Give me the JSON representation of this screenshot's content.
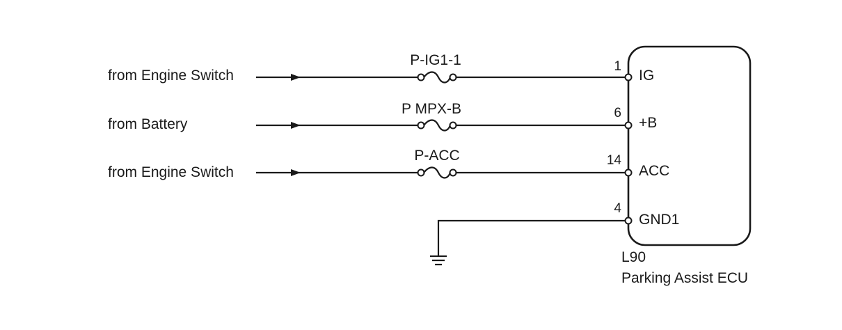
{
  "circuits": [
    {
      "source": "from Engine Switch",
      "fuse": "P-IG1-1",
      "pin_number": "1",
      "pin_name": "IG"
    },
    {
      "source": "from Battery",
      "fuse": "P MPX-B",
      "pin_number": "6",
      "pin_name": "+B"
    },
    {
      "source": "from Engine Switch",
      "fuse": "P-ACC",
      "pin_number": "14",
      "pin_name": "ACC"
    }
  ],
  "ground": {
    "pin_number": "4",
    "pin_name": "GND1"
  },
  "ecu": {
    "connector": "L90",
    "name": "Parking Assist ECU"
  }
}
